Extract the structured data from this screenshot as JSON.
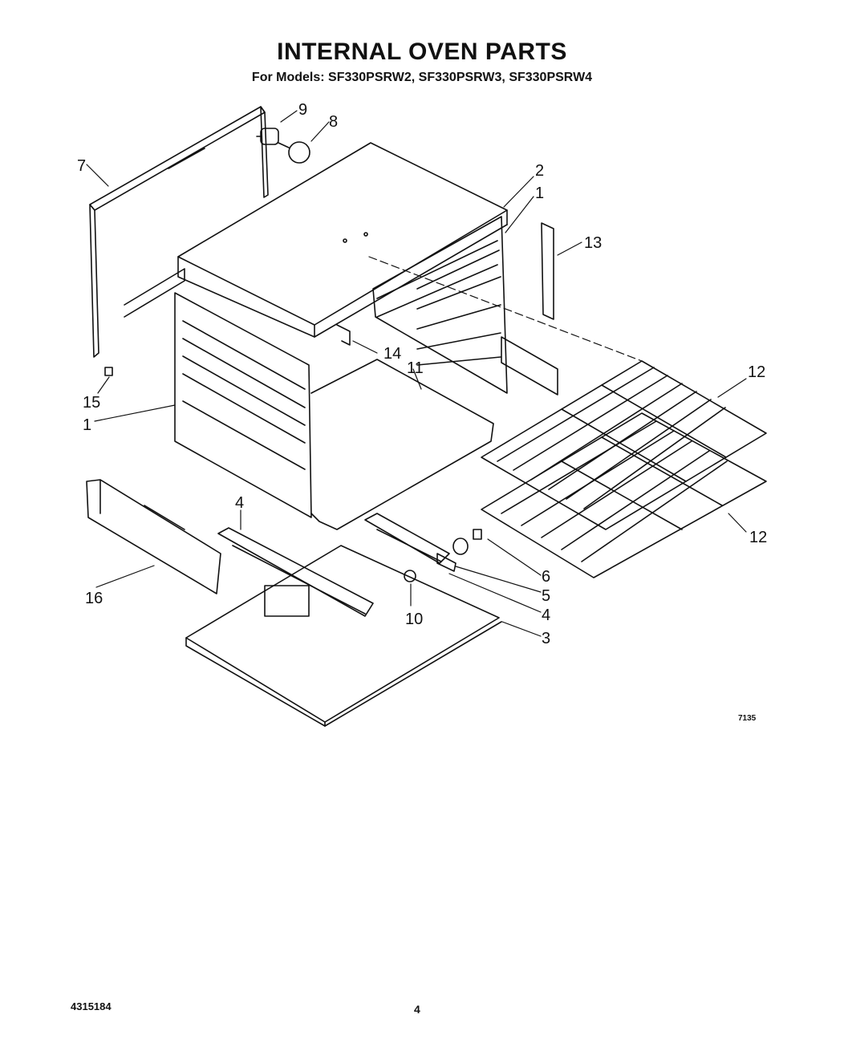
{
  "header": {
    "title": "INTERNAL OVEN PARTS",
    "subtitle": "For Models: SF330PSRW2, SF330PSRW3, SF330PSRW4"
  },
  "diagram_code": "7135",
  "footer": {
    "doc_number": "4315184",
    "page_number": "4"
  },
  "callouts": {
    "c1a": "1",
    "c1b": "1",
    "c2": "2",
    "c3": "3",
    "c4a": "4",
    "c4b": "4",
    "c5": "5",
    "c6": "6",
    "c7": "7",
    "c8": "8",
    "c9": "9",
    "c10": "10",
    "c11": "11",
    "c12a": "12",
    "c12b": "12",
    "c13": "13",
    "c14": "14",
    "c15": "15",
    "c16": "16"
  }
}
